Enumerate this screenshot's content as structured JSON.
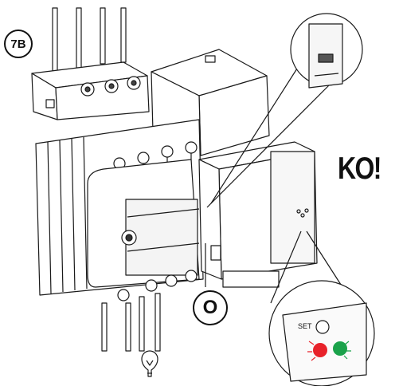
{
  "step_label": "7B",
  "result_label": "KO!",
  "switch_position_label": "O",
  "led_panel": {
    "set_button_label": "SET",
    "led_left_color": "#e8222a",
    "led_right_color": "#1aa24a"
  },
  "icons": [
    "lamp-icon",
    "lever-detail-zoom",
    "led-detail-zoom"
  ]
}
